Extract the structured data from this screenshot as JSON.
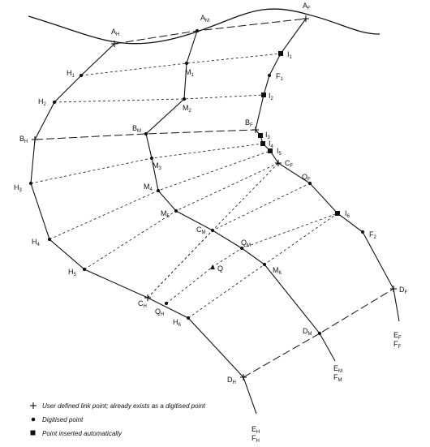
{
  "diagram": {
    "colors": {
      "ink": "#111111",
      "background": "#ffffff"
    },
    "point_labels": {
      "AH": [
        "A",
        "H"
      ],
      "AM": [
        "A",
        "M"
      ],
      "AF": [
        "A",
        "F"
      ],
      "H1": [
        "H",
        "1"
      ],
      "M1": [
        "M",
        "1"
      ],
      "I1": [
        "I",
        "1"
      ],
      "F1": [
        "F",
        "1"
      ],
      "H2": [
        "H",
        "2"
      ],
      "M2": [
        "M",
        "2"
      ],
      "I2": [
        "I",
        "2"
      ],
      "BH": [
        "B",
        "H"
      ],
      "BM": [
        "B",
        "M"
      ],
      "BF": [
        "B",
        "F"
      ],
      "I3": [
        "I",
        "3"
      ],
      "I4": [
        "I",
        "4"
      ],
      "I5": [
        "I",
        "5"
      ],
      "CF": [
        "C",
        "F"
      ],
      "H3": [
        "H",
        "3"
      ],
      "M3": [
        "M",
        "3"
      ],
      "M4": [
        "M",
        "4"
      ],
      "QF": [
        "Q",
        "F"
      ],
      "M5": [
        "M",
        "5"
      ],
      "I6": [
        "I",
        "6"
      ],
      "CM": [
        "C",
        "M"
      ],
      "H4": [
        "H",
        "4"
      ],
      "F2": [
        "F",
        "2"
      ],
      "QM": [
        "Q",
        "M"
      ],
      "M6": [
        "M",
        "6"
      ],
      "Q": [
        "Q",
        ""
      ],
      "H5": [
        "H",
        "5"
      ],
      "CH": [
        "C",
        "H"
      ],
      "QH": [
        "Q",
        "H"
      ],
      "DF": [
        "D",
        "F"
      ],
      "H6": [
        "H",
        "6"
      ],
      "DM": [
        "D",
        "M"
      ],
      "EF": [
        "E",
        "F"
      ],
      "FF": [
        "F",
        "F"
      ],
      "EM": [
        "E",
        "M"
      ],
      "FM": [
        "F",
        "M"
      ],
      "DH": [
        "D",
        "H"
      ],
      "EH": [
        "E",
        "H"
      ],
      "FH": [
        "F",
        "H"
      ]
    },
    "legend": [
      {
        "symbol": "plus",
        "text": "User defined link point; already exists as a digitised point"
      },
      {
        "symbol": "dot",
        "text": "Digitised point"
      },
      {
        "symbol": "square",
        "text": "Point inserted automatically"
      }
    ]
  }
}
